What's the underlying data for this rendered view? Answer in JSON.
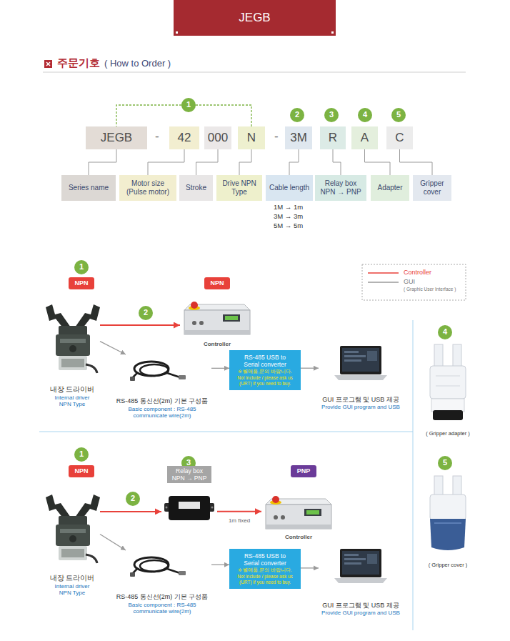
{
  "diagram": {
    "title": "JEGB",
    "nodes": [
      {
        "text": [
          "1"
        ]
      },
      {
        "text": [
          "2"
        ]
      },
      {
        "text": [
          "3"
        ]
      },
      {
        "text": [
          "4"
        ]
      },
      {
        "text": [
          "5"
        ]
      },
      {
        "text": [
          "JEGB"
        ]
      },
      {
        "text": [
          "42"
        ]
      },
      {
        "text": [
          "000"
        ]
      },
      {
        "text": [
          "N"
        ]
      },
      {
        "text": [
          "3M"
        ]
      },
      {
        "text": [
          "R"
        ]
      },
      {
        "text": [
          "A"
        ]
      },
      {
        "text": [
          "C"
        ]
      },
      {
        "text": [
          "Series name"
        ]
      },
      {
        "text": [
          "Motor size (Pulse motor)"
        ]
      },
      {
        "text": [
          "Stroke"
        ]
      },
      {
        "text": [
          "Drive NPN Type"
        ]
      },
      {
        "text": [
          "Cable length"
        ]
      },
      {
        "text": [
          "Relay box NPN → PNP"
        ]
      },
      {
        "text": [
          "Adapter"
        ]
      },
      {
        "text": [
          "Gripper cover"
        ]
      },
      {
        "text": [
          "1"
        ]
      },
      {
        "text": [
          "NPN"
        ]
      },
      {
        "text": [
          "NPN"
        ]
      },
      {
        "text": [
          "내장 드라이버",
          "Internal driver NPN Type"
        ]
      },
      {
        "text": [
          "2"
        ]
      },
      {
        "text": [
          "Controller"
        ]
      },
      {
        "text": [
          "RS-485 통신선(2m) 기본 구성품",
          "Basic component : RS-485 communicate wire(2m)"
        ]
      },
      {
        "text": [
          "RS-485 USB to Serial converter",
          "※ 별매품,문의 바랍니다.",
          "Not include / please ask us (URT) if you need to buy."
        ]
      },
      {
        "text": [
          "GUI 프로그램 및 USB 제공",
          "Provide GUI program and USB"
        ]
      },
      {
        "text": [
          "4"
        ]
      },
      {
        "text": [
          "( Gripper adapter )"
        ]
      },
      {
        "text": [
          "1"
        ]
      },
      {
        "text": [
          "NPN"
        ]
      },
      {
        "text": [
          "3"
        ]
      },
      {
        "text": [
          "Relay box NPN → PNP"
        ]
      },
      {
        "text": [
          "PNP"
        ]
      },
      {
        "text": [
          "내장 드라이버",
          "Internal driver NPN Type"
        ]
      },
      {
        "text": [
          "2"
        ]
      },
      {
        "text": [
          "Controller"
        ]
      },
      {
        "text": [
          "RS-485 통신선(2m) 기본 구성품",
          "Basic component : RS-485 communicate wire(2m)"
        ]
      },
      {
        "text": [
          "RS-485 USB to Serial converter",
          "※ 별매품,문의 바랍니다.",
          "Not include / please ask us (URT) if you need to buy."
        ]
      },
      {
        "text": [
          "GUI 프로그램 및 USB 제공",
          "Provide GUI program and USB"
        ]
      },
      {
        "text": [
          "5"
        ]
      },
      {
        "text": [
          "( Gripper cover )"
        ]
      }
    ],
    "edges": [
      {
        "from": 0,
        "to": 5,
        "arrow": "none"
      },
      {
        "from": 0,
        "to": 8,
        "arrow": "none"
      },
      {
        "from": 5,
        "to": 13,
        "arrow": "none"
      },
      {
        "from": 6,
        "to": 14,
        "arrow": "none"
      },
      {
        "from": 7,
        "to": 15,
        "arrow": "none"
      },
      {
        "from": 8,
        "to": 16,
        "arrow": "none"
      },
      {
        "from": 9,
        "to": 17,
        "arrow": "none"
      },
      {
        "from": 10,
        "to": 18,
        "arrow": "none"
      },
      {
        "from": 11,
        "to": 19,
        "arrow": "none"
      },
      {
        "from": 12,
        "to": 20,
        "arrow": "none"
      },
      {
        "from": 24,
        "to": 26,
        "arrow": "to"
      },
      {
        "from": 24,
        "to": 27,
        "arrow": "to"
      },
      {
        "from": 27,
        "to": 28,
        "arrow": "to"
      },
      {
        "from": 28,
        "to": 29,
        "arrow": "to"
      },
      {
        "from": 37,
        "to": 35,
        "arrow": "to"
      },
      {
        "from": 35,
        "to": 39,
        "arrow": "to",
        "label": "1m fixed"
      },
      {
        "from": 37,
        "to": 40,
        "arrow": "to"
      },
      {
        "from": 40,
        "to": 41,
        "arrow": "to"
      },
      {
        "from": 41,
        "to": 42,
        "arrow": "to"
      }
    ],
    "labels": [
      "주문기호",
      "( How to Order )",
      "-",
      "-",
      "( Graphic User Interface )",
      "1M → 1m",
      "3M → 3m",
      "5M → 5m"
    ],
    "legend": [
      {
        "text": "Controller"
      },
      {
        "text": "GUI"
      }
    ]
  }
}
